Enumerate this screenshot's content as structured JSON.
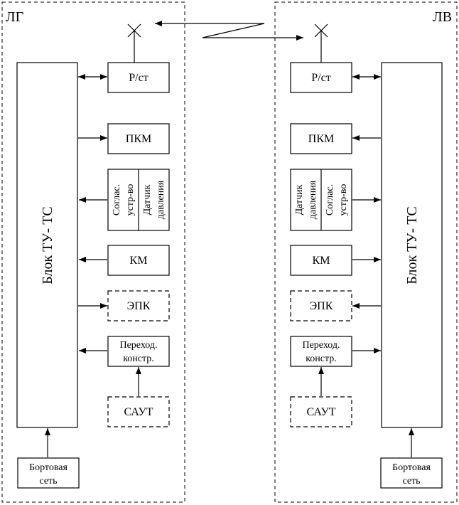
{
  "left": {
    "corner_label": "ЛГ",
    "main_block": "Блок ТУ- ТС",
    "radio": "Р/ст",
    "pkm": "ПКМ",
    "matcher": [
      "Соглас.",
      "устр-во"
    ],
    "pressure_sensor": [
      "Датчик",
      "давления"
    ],
    "km": "КМ",
    "epk": "ЭПК",
    "adapter": [
      "Переход.",
      "констр."
    ],
    "saut": "САУТ",
    "onboard": [
      "Бортовая",
      "сеть"
    ]
  },
  "right": {
    "corner_label": "ЛВ",
    "main_block": "Блок ТУ- ТС",
    "radio": "Р/ст",
    "pkm": "ПКМ",
    "matcher": [
      "Соглас.",
      "устр-во"
    ],
    "pressure_sensor": [
      "Датчик",
      "давления"
    ],
    "km": "КМ",
    "epk": "ЭПК",
    "adapter": [
      "Переход.",
      "констр."
    ],
    "saut": "САУТ",
    "onboard": [
      "Бортовая",
      "сеть"
    ]
  }
}
